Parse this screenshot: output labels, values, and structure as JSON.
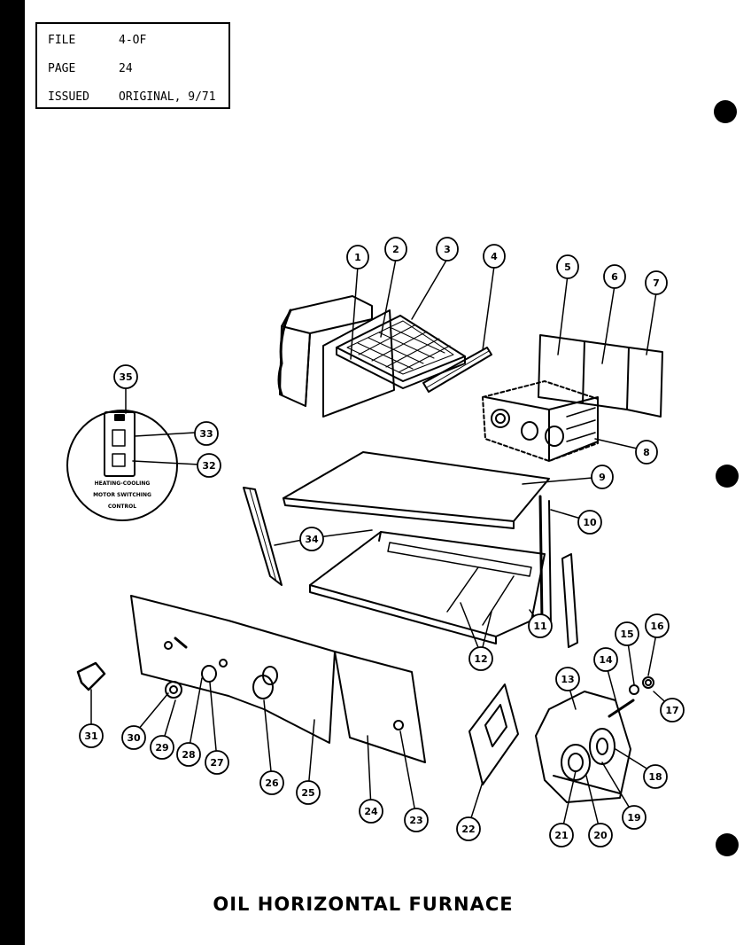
{
  "header": {
    "rows": [
      {
        "label": "FILE",
        "value": "4-OF"
      },
      {
        "label": "PAGE",
        "value": "24"
      },
      {
        "label": "ISSUED",
        "value": "ORIGINAL, 9/71"
      }
    ]
  },
  "control_inset": {
    "lines": [
      "HEATING-COOLING",
      "MOTOR SWITCHING",
      "CONTROL"
    ]
  },
  "callouts": [
    "1",
    "2",
    "3",
    "4",
    "5",
    "6",
    "7",
    "8",
    "9",
    "10",
    "11",
    "12",
    "13",
    "14",
    "15",
    "16",
    "17",
    "18",
    "19",
    "20",
    "21",
    "22",
    "23",
    "24",
    "25",
    "26",
    "27",
    "28",
    "29",
    "30",
    "31",
    "32",
    "33",
    "34",
    "35"
  ],
  "title": "OIL HORIZONTAL FURNACE"
}
